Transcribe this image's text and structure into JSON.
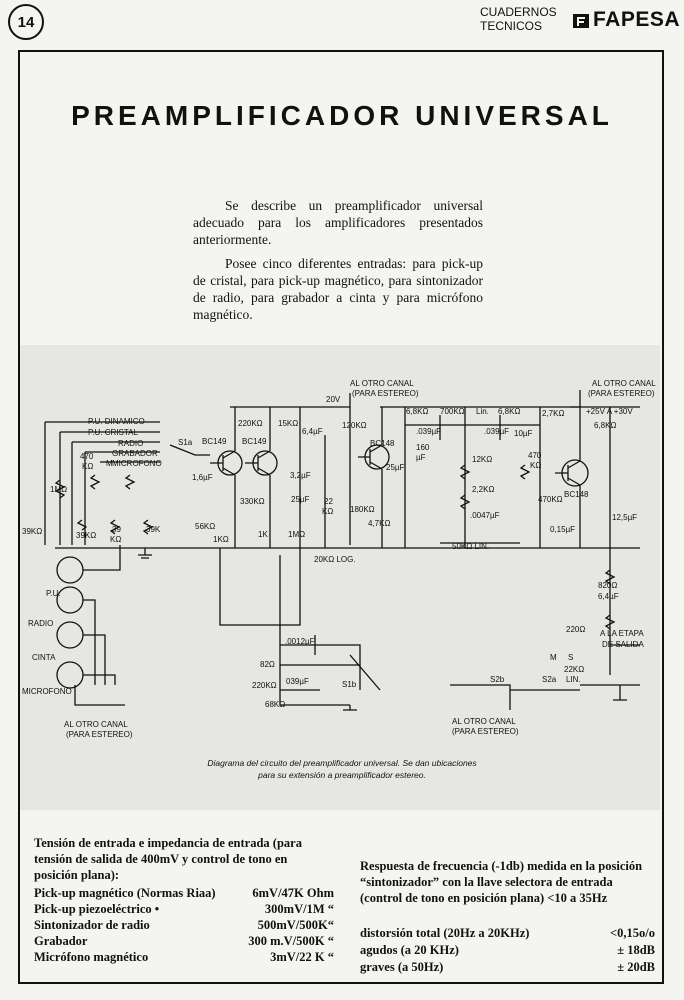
{
  "header": {
    "page_number": "14",
    "series_line1": "CUADERNOS",
    "series_line2": "TECNICOS",
    "brand": "FAPESA"
  },
  "article": {
    "title": "PREAMPLIFICADOR UNIVERSAL",
    "paragraph1": "Se describe un preamplificador universal adecuado para los amplificadores presentados anteriormente.",
    "paragraph2": "Posee cinco diferentes entradas: para pick-up de cristal, para pick-up magnético, para sintonizador de radio, para grabador a cinta y para micrófono magnético."
  },
  "diagram": {
    "labels": {
      "pu_dinamico": "P.U. DINAMICO",
      "pu_cristal": "P.U. CRISTAL",
      "radio_in": "RADIO",
      "grabador_in": "GRABADOR",
      "microfono_in": "MICROFONO",
      "r470": "470",
      "r470_unit": "KΩ",
      "m_label": "M",
      "s1a": "S1a",
      "c16": "1,6µF",
      "bc149_1": "BC149",
      "bc149_2": "BC149",
      "r220k": "220KΩ",
      "r15k": "15KΩ",
      "c64": "6,4µF",
      "v20": "20V",
      "otro_canal_top": "AL OTRO CANAL",
      "para_estereo_top": "(PARA ESTEREO)",
      "r120k": "120KΩ",
      "bc148": "BC148",
      "c32": "3,2µF",
      "c25a": "25µF",
      "r330k": "330KΩ",
      "r1m_a": "1MΩ",
      "r39k_a": "39KΩ",
      "r39k_b": "39KΩ",
      "r39k_c": "39",
      "r39k_c_unit": "KΩ",
      "r39k_d": "39K",
      "r56k": "56KΩ",
      "r1k_a": "1KΩ",
      "r1k_b": "1K",
      "r1m_b": "1MΩ",
      "c22": "22",
      "c22_unit": "KΩ",
      "r180k": "180KΩ",
      "r47k": "4,7KΩ",
      "c25b": "25µF",
      "c160": "160",
      "c160_unit": "µF",
      "r20k_log": "20KΩ LOG.",
      "r68k": "6,8KΩ",
      "r700k": "700KΩ",
      "lin": "Lin.",
      "r68k_b": "6,8KΩ",
      "c039_a": ".039µF",
      "c039_b": ".039µF",
      "r12k": "12KΩ",
      "r22k": "2,2KΩ",
      "c0047": ".0047µF",
      "r50k_lin": "50KΩ LIN.",
      "r27k": "2,7KΩ",
      "c10": "10µF",
      "r470b": "470",
      "r470b_unit": "KΩ",
      "r470k": "470KΩ",
      "c015": "0,15µF",
      "bc148b": "BC148",
      "otro_canal_right": "AL OTRO CANAL",
      "para_estereo_right": "(PARA ESTEREO)",
      "v25_30": "+25V A +30V",
      "r68k_c": "6,8KΩ",
      "c125": "12,5µF",
      "r820": "820Ω",
      "c64b": "6,4µF",
      "r220": "220Ω",
      "etapa1": "A LA ETAPA",
      "etapa2": "DE SALIDA",
      "r22k_lin": "22KΩ",
      "lin2": "LIN.",
      "s2a": "S2a",
      "s2b": "S2b",
      "m2": "M",
      "s2": "S",
      "c0012": ".0012µF",
      "r82": "82Ω",
      "r220k_b": "220KΩ",
      "c039_c": "039µF",
      "r68k_d": "68KΩ",
      "s1b": "S1b",
      "pu": "P.U.",
      "radio": "RADIO",
      "cinta": "CINTA",
      "microfono": "MICROFONO",
      "otro_canal_bl": "AL OTRO CANAL",
      "para_estereo_bl": "(PARA ESTEREO)",
      "otro_canal_bm": "AL OTRO CANAL",
      "para_estereo_bm": "(PARA ESTEREO)"
    },
    "caption_line1": "Diagrama del circuito del preamplificador universal. Se dan ubicaciones",
    "caption_line2": "para su extensión a preamplificador estereo."
  },
  "specs": {
    "intro": "Tensión de entrada e impedancia de entrada (para tensión de salida de 400mV y control de tono en posición plana):",
    "rows": [
      {
        "name": "Pick-up magnético (Normas Riaa)",
        "value": "6mV/47K Ohm"
      },
      {
        "name": "Pick-up piezoeléctrico  •",
        "value": "300mV/1M  “"
      },
      {
        "name": "Sintonizador de radio",
        "value": "500mV/500K“"
      },
      {
        "name": "Grabador",
        "value": "300 m.V/500K “"
      },
      {
        "name": "Micrófono magnético",
        "value": "3mV/22 K   “"
      }
    ]
  },
  "response": {
    "heading": "Respuesta de frecuencia (-1db) medida en la posición “sintonizador” con la llave selectora de entrada (control de tono en posición plana)",
    "heading_value": "<10 a 35Hz",
    "rows": [
      {
        "name": "distorsión total (20Hz a 20KHz)",
        "value": "<0,15o/o"
      },
      {
        "name": "agudos (a 20 KHz)",
        "value": "± 18dB"
      },
      {
        "name": "graves (a 50Hz)",
        "value": "± 20dB"
      }
    ]
  }
}
